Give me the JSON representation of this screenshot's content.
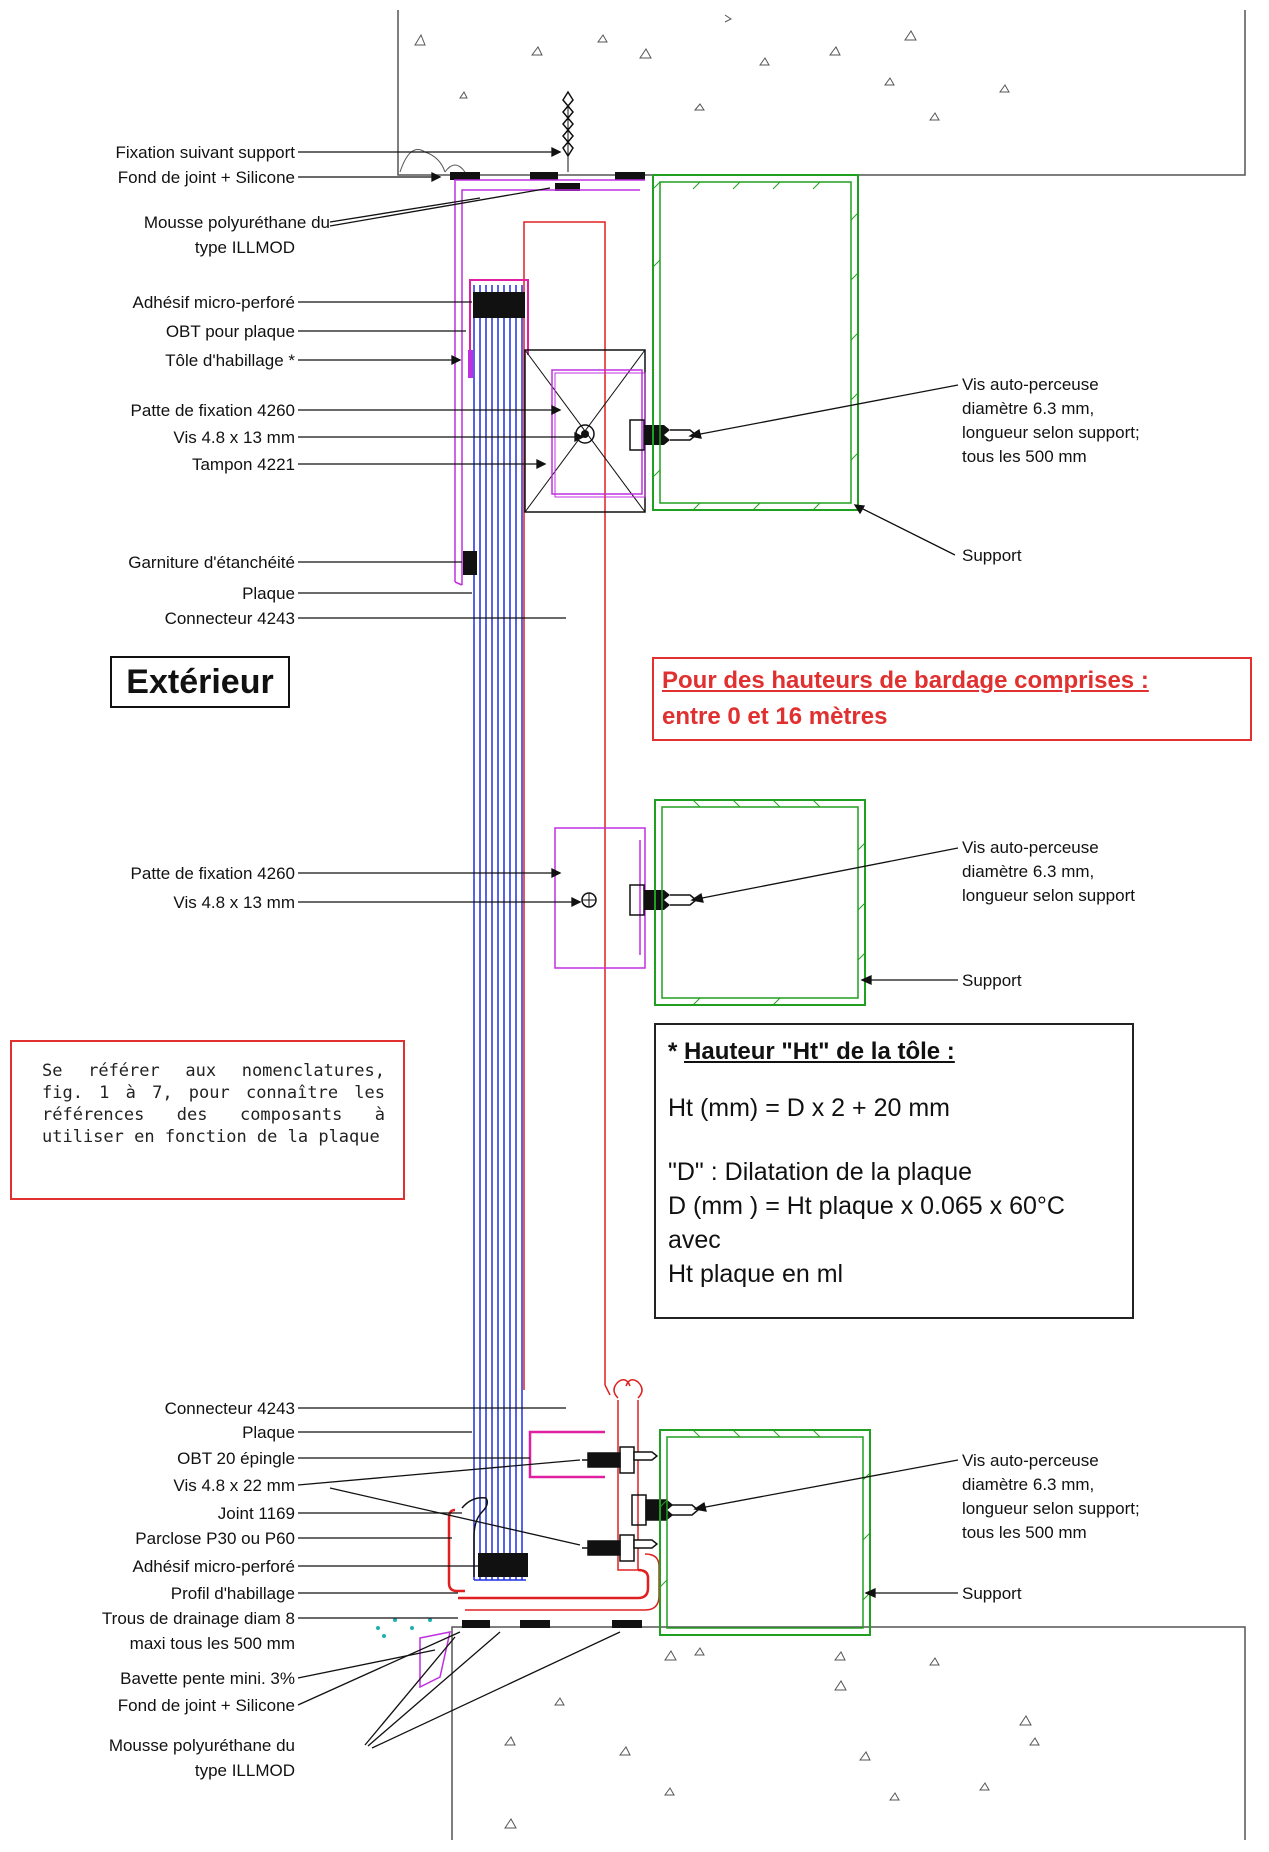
{
  "labels_left": {
    "fixation_support": "Fixation suivant support",
    "fond_joint_top": "Fond de joint + Silicone",
    "mousse_top_l1": "Mousse polyuréthane du",
    "mousse_top_l2": "type ILLMOD",
    "adhesif_top": "Adhésif micro-perforé",
    "obt_plaque": "OBT pour plaque",
    "tole": "Tôle d'habillage *",
    "patte_1": "Patte de fixation 4260",
    "vis_1": "Vis 4.8 x 13 mm",
    "tampon": "Tampon 4221",
    "garniture": "Garniture d'étanchéité",
    "plaque_1": "Plaque",
    "connecteur_1": "Connecteur 4243",
    "patte_2": "Patte de fixation 4260",
    "vis_2": "Vis 4.8 x 13 mm",
    "connecteur_2": "Connecteur 4243",
    "plaque_2": "Plaque",
    "obt_20": "OBT 20 épingle",
    "vis_22": "Vis 4.8 x 22 mm",
    "joint": "Joint 1169",
    "parclose": "Parclose P30 ou P60",
    "adhesif_bottom": "Adhésif micro-perforé",
    "profil": "Profil d'habillage",
    "trous_l1": "Trous de drainage diam 8",
    "trous_l2": "maxi tous les 500 mm",
    "bavette": "Bavette pente mini. 3%",
    "fond_joint_bottom": "Fond de joint + Silicone",
    "mousse_bottom_l1": "Mousse polyuréthane du",
    "mousse_bottom_l2": "type ILLMOD"
  },
  "labels_right": {
    "vis_auto_1": [
      "Vis auto-perceuse",
      "diamètre 6.3 mm,",
      "longueur selon support;",
      "tous les 500 mm"
    ],
    "support_1": "Support",
    "vis_auto_2": [
      "Vis auto-perceuse",
      "diamètre 6.3 mm,",
      "longueur selon support"
    ],
    "support_2": "Support",
    "vis_auto_3": [
      "Vis auto-perceuse",
      "diamètre 6.3 mm,",
      "longueur selon support;",
      "tous les 500 mm"
    ],
    "support_3": "Support"
  },
  "exterieur": "Extérieur",
  "red_note": {
    "line1": "Pour des hauteurs de bardage comprises :",
    "line2": "entre 0 et 16 mètres"
  },
  "left_note": "Se référer aux nomenclatures, fig. 1 à 7, pour connaître les références des composants à utiliser en fonction de la plaque",
  "ht_box": {
    "title_star": "* ",
    "title": "Hauteur \"Ht\" de la tôle :",
    "formula": "Ht (mm) = D x 2 + 20 mm",
    "line1": "\"D\" : Dilatation de la plaque",
    "line2": "D (mm ) = Ht plaque x 0.065 x 60°C",
    "line3": "avec",
    "line4": "Ht plaque en ml"
  },
  "colors": {
    "plate": "#2030e0",
    "connector": "#e02020",
    "clip": "#c030e0",
    "support": "#20a020",
    "accent": "#e03030"
  }
}
